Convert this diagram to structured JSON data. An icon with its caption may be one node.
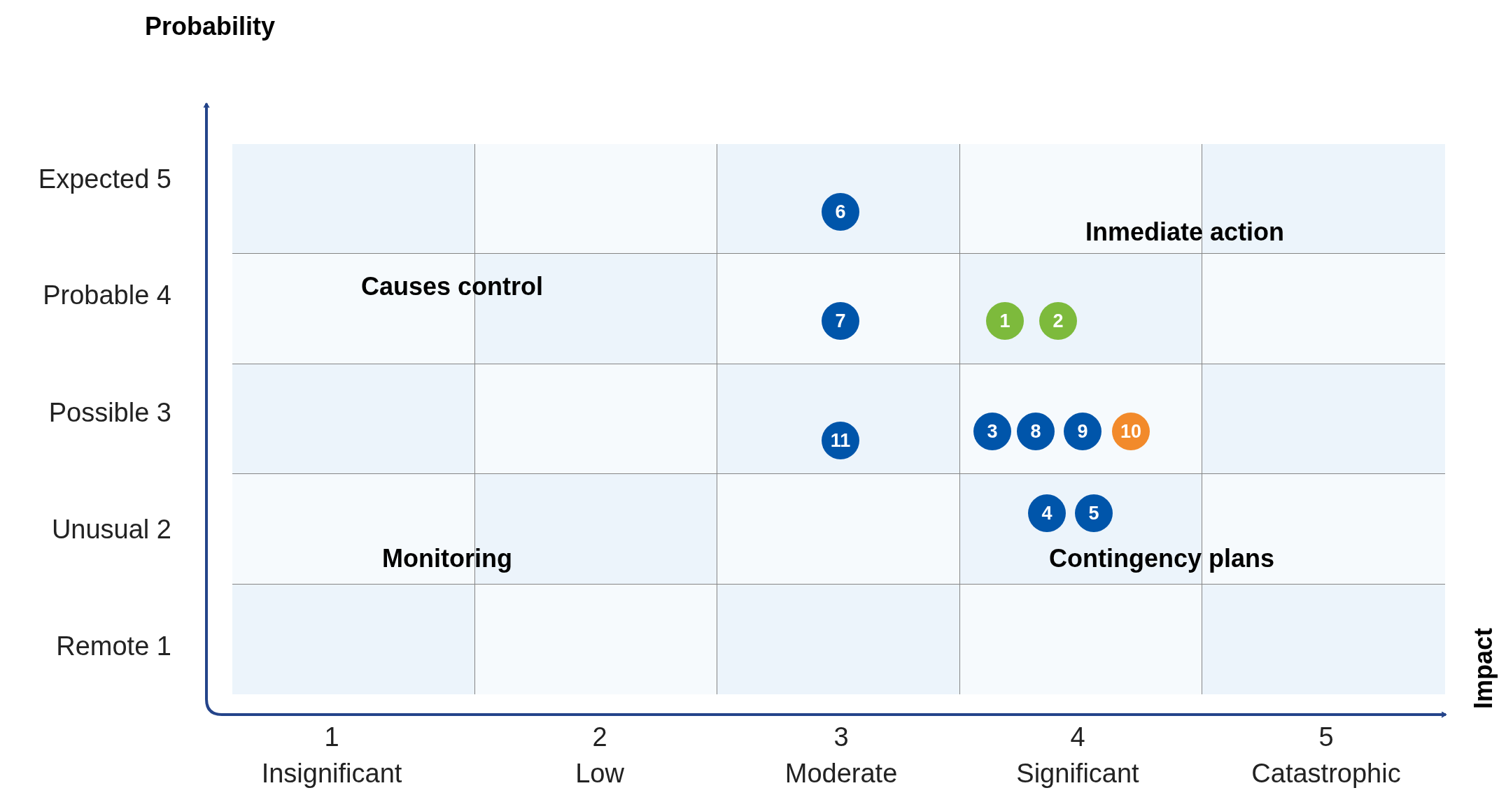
{
  "diagram": {
    "nodes": [
      {
        "text": [
          "6"
        ]
      },
      {
        "text": [
          "7"
        ]
      },
      {
        "text": [
          "1"
        ]
      },
      {
        "text": [
          "2"
        ]
      },
      {
        "text": [
          "3"
        ]
      },
      {
        "text": [
          "8"
        ]
      },
      {
        "text": [
          "9"
        ]
      },
      {
        "text": [
          "10"
        ]
      },
      {
        "text": [
          "11"
        ]
      },
      {
        "text": [
          "4"
        ]
      },
      {
        "text": [
          "5"
        ]
      }
    ],
    "labels": [
      "Probability",
      "Expected 5",
      "Inmediate action",
      "Probable 4",
      "Causes control",
      "Possible 3",
      "Unusual 2",
      "Monitoring",
      "Contingency plans",
      "Remote 1",
      "Impact",
      "1",
      "2",
      "3",
      "4",
      "5",
      "Insignificant",
      "Low",
      "Moderate",
      "Significant",
      "Catastrophic"
    ]
  }
}
